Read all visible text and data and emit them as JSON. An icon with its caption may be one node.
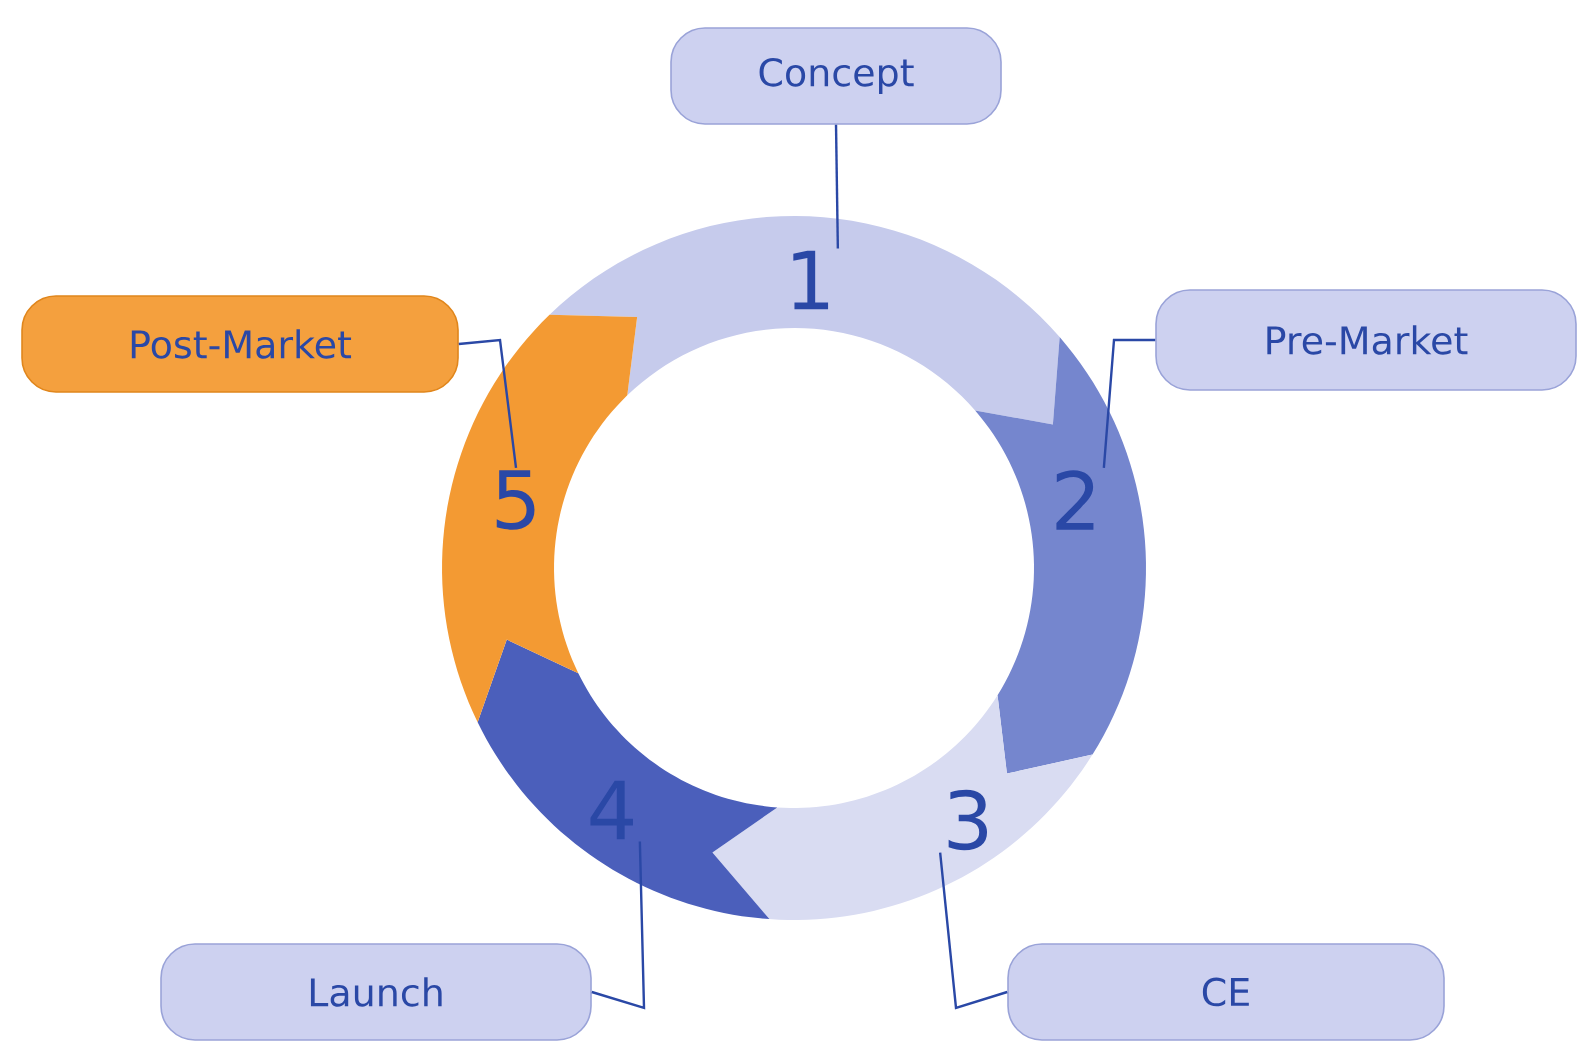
{
  "diagram": {
    "nodes": [
      {
        "text": [
          "Concept"
        ]
      },
      {
        "text": [
          "Post-Market"
        ]
      },
      {
        "text": [
          "Pre-Market"
        ]
      },
      {
        "text": [
          "Launch"
        ]
      },
      {
        "text": [
          "CE"
        ]
      },
      {
        "text": [
          "1"
        ]
      },
      {
        "text": [
          "2"
        ]
      },
      {
        "text": [
          "3"
        ]
      },
      {
        "text": [
          "4"
        ]
      },
      {
        "text": [
          "5"
        ]
      }
    ],
    "edges": [
      {
        "from": 0,
        "to": 5,
        "arrow": "none"
      },
      {
        "from": 2,
        "to": 6,
        "arrow": "none"
      },
      {
        "from": 4,
        "to": 7,
        "arrow": "none"
      },
      {
        "from": 3,
        "to": 8,
        "arrow": "none"
      },
      {
        "from": 1,
        "to": 9,
        "arrow": "none"
      }
    ]
  }
}
